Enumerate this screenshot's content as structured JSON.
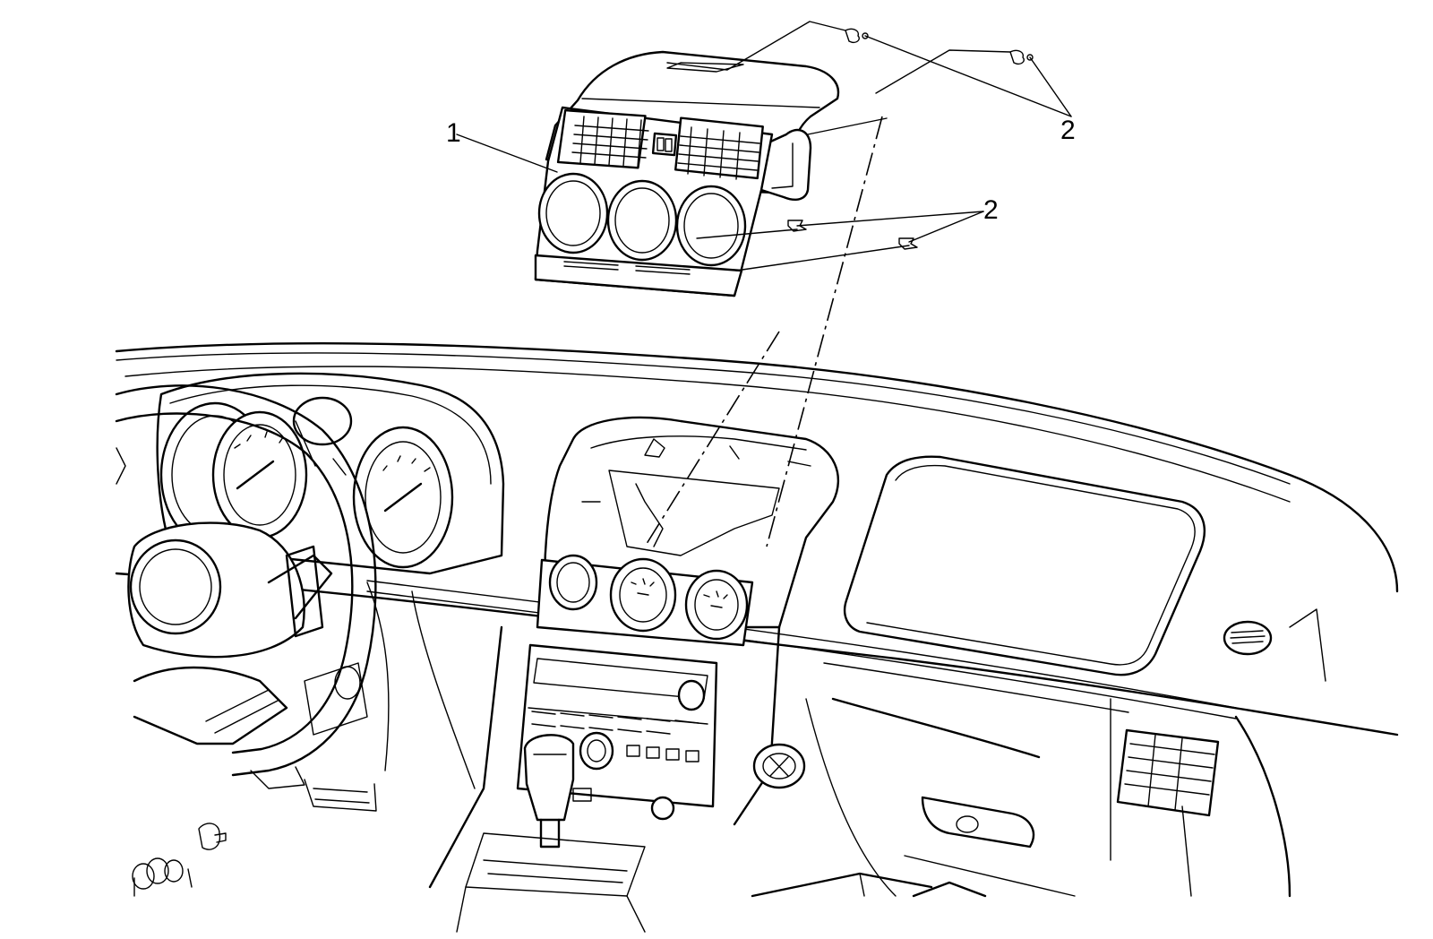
{
  "callouts": {
    "trim_plate": "1",
    "fasteners_top": "2",
    "fasteners_lower": "2"
  }
}
